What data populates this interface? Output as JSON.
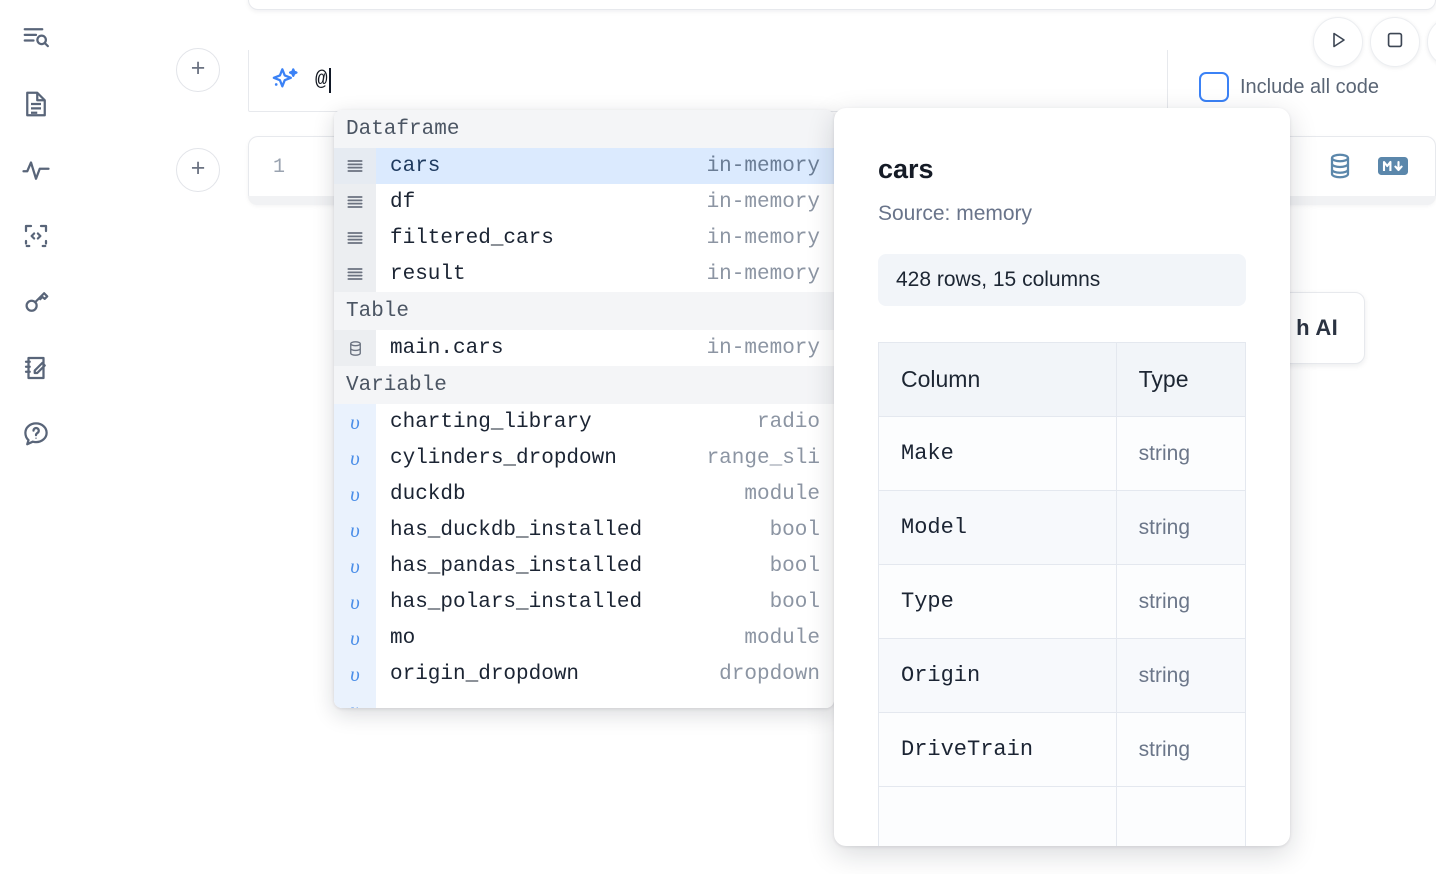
{
  "sidebar": {
    "items": [
      {
        "name": "explore-icon",
        "label": "Explore"
      },
      {
        "name": "document-icon",
        "label": "Notebook"
      },
      {
        "name": "activity-icon",
        "label": "Activity"
      },
      {
        "name": "code-icon",
        "label": "Snippets"
      },
      {
        "name": "key-icon",
        "label": "Secrets"
      },
      {
        "name": "scratchpad-icon",
        "label": "Scratchpad"
      },
      {
        "name": "help-icon",
        "label": "Help"
      }
    ]
  },
  "toolbar": {
    "run_label": "Run",
    "stop_label": "Stop",
    "include_all_code_label": "Include all code",
    "include_all_code_checked": false,
    "add_cell_label": "+"
  },
  "ai_prompt": {
    "value": "@",
    "icon": "sparkle-icon"
  },
  "code_cell": {
    "line_number": "1",
    "sql_icon": "database-icon",
    "markdown_icon": "markdown-icon"
  },
  "hidden_card": {
    "label": "h AI"
  },
  "autocomplete": {
    "groups": [
      {
        "title": "Dataframe",
        "icon": "dataframe-icon",
        "items": [
          {
            "name": "cars",
            "type": "in-memory",
            "selected": true
          },
          {
            "name": "df",
            "type": "in-memory",
            "selected": false
          },
          {
            "name": "filtered_cars",
            "type": "in-memory",
            "selected": false
          },
          {
            "name": "result",
            "type": "in-memory",
            "selected": false
          }
        ]
      },
      {
        "title": "Table",
        "icon": "table-icon",
        "items": [
          {
            "name": "main.cars",
            "type": "in-memory",
            "selected": false
          }
        ]
      },
      {
        "title": "Variable",
        "icon": "variable-icon",
        "items": [
          {
            "name": "charting_library",
            "type": "radio",
            "selected": false
          },
          {
            "name": "cylinders_dropdown",
            "type": "range_sli",
            "selected": false
          },
          {
            "name": "duckdb",
            "type": "module",
            "selected": false
          },
          {
            "name": "has_duckdb_installed",
            "type": "bool",
            "selected": false
          },
          {
            "name": "has_pandas_installed",
            "type": "bool",
            "selected": false
          },
          {
            "name": "has_polars_installed",
            "type": "bool",
            "selected": false
          },
          {
            "name": "mo",
            "type": "module",
            "selected": false
          },
          {
            "name": "origin_dropdown",
            "type": "dropdown",
            "selected": false
          }
        ]
      }
    ]
  },
  "docs_panel": {
    "title": "cars",
    "source": "Source: memory",
    "shape": "428 rows, 15 columns",
    "table": {
      "headers": [
        "Column",
        "Type"
      ],
      "rows": [
        {
          "column": "Make",
          "type": "string"
        },
        {
          "column": "Model",
          "type": "string"
        },
        {
          "column": "Type",
          "type": "string"
        },
        {
          "column": "Origin",
          "type": "string"
        },
        {
          "column": "DriveTrain",
          "type": "string"
        }
      ]
    }
  },
  "colors": {
    "accent_blue": "#3b82f6",
    "selection_blue": "#dbeafe",
    "icon_slate": "#5b87ab",
    "muted_text": "#8c95a3"
  }
}
